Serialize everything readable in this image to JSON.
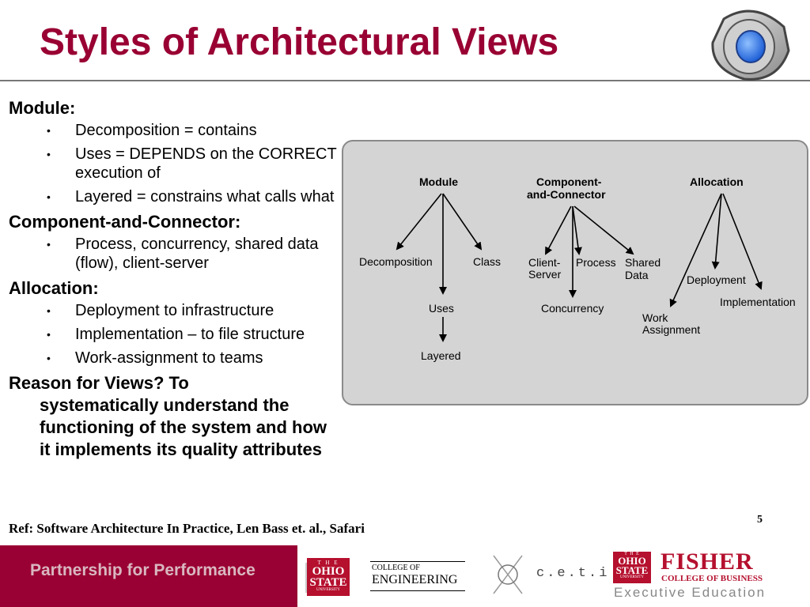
{
  "slide": {
    "title": "Styles of Architectural Views",
    "page_number": "5"
  },
  "content": {
    "module": {
      "heading": "Module:",
      "bullets": [
        "Decomposition = contains",
        "Uses = DEPENDS on the CORRECT execution of",
        "Layered = constrains what calls what"
      ]
    },
    "cc": {
      "heading": "Component-and-Connector:",
      "bullets": [
        "Process, concurrency, shared data (flow), client-server"
      ]
    },
    "allocation": {
      "heading": "Allocation:",
      "bullets": [
        "Deployment to infrastructure",
        "Implementation – to file structure",
        "Work-assignment to teams"
      ]
    },
    "reason": {
      "first": "Reason for Views? To",
      "rest": "systematically understand the functioning of the system and how it implements its quality attributes"
    }
  },
  "diagram": {
    "module": "Module",
    "decomposition": "Decomposition",
    "class": "Class",
    "uses": "Uses",
    "layered": "Layered",
    "cc_line1": "Component-",
    "cc_line2": "and-Connector",
    "client_line1": "Client-",
    "client_line2": "Server",
    "process": "Process",
    "shared_line1": "Shared",
    "shared_line2": "Data",
    "concurrency": "Concurrency",
    "allocation": "Allocation",
    "deployment": "Deployment",
    "implementation": "Implementation",
    "work_line1": "Work",
    "work_line2": "Assignment"
  },
  "reference": "Ref: Software Architecture In Practice, Len Bass et. al., Safari",
  "footer": {
    "tagline": "Partnership for Performance",
    "osu_top": "T H E",
    "osu_line1": "OHIO",
    "osu_line2": "STATE",
    "osu_univ": "UNIVERSITY",
    "coe_line1": "COLLEGE OF",
    "coe_line2": "ENGINEERING",
    "ceti": "c.e.t.i",
    "fisher": "FISHER",
    "fisher_sub": "COLLEGE OF BUSINESS",
    "exec_ed": "Executive Education"
  },
  "colors": {
    "title": "#990033",
    "footer_band": "#990033",
    "diagram_bg": "#d4d4d4",
    "osu_red": "#b5102e"
  },
  "icons": [
    "speaker-icon"
  ]
}
